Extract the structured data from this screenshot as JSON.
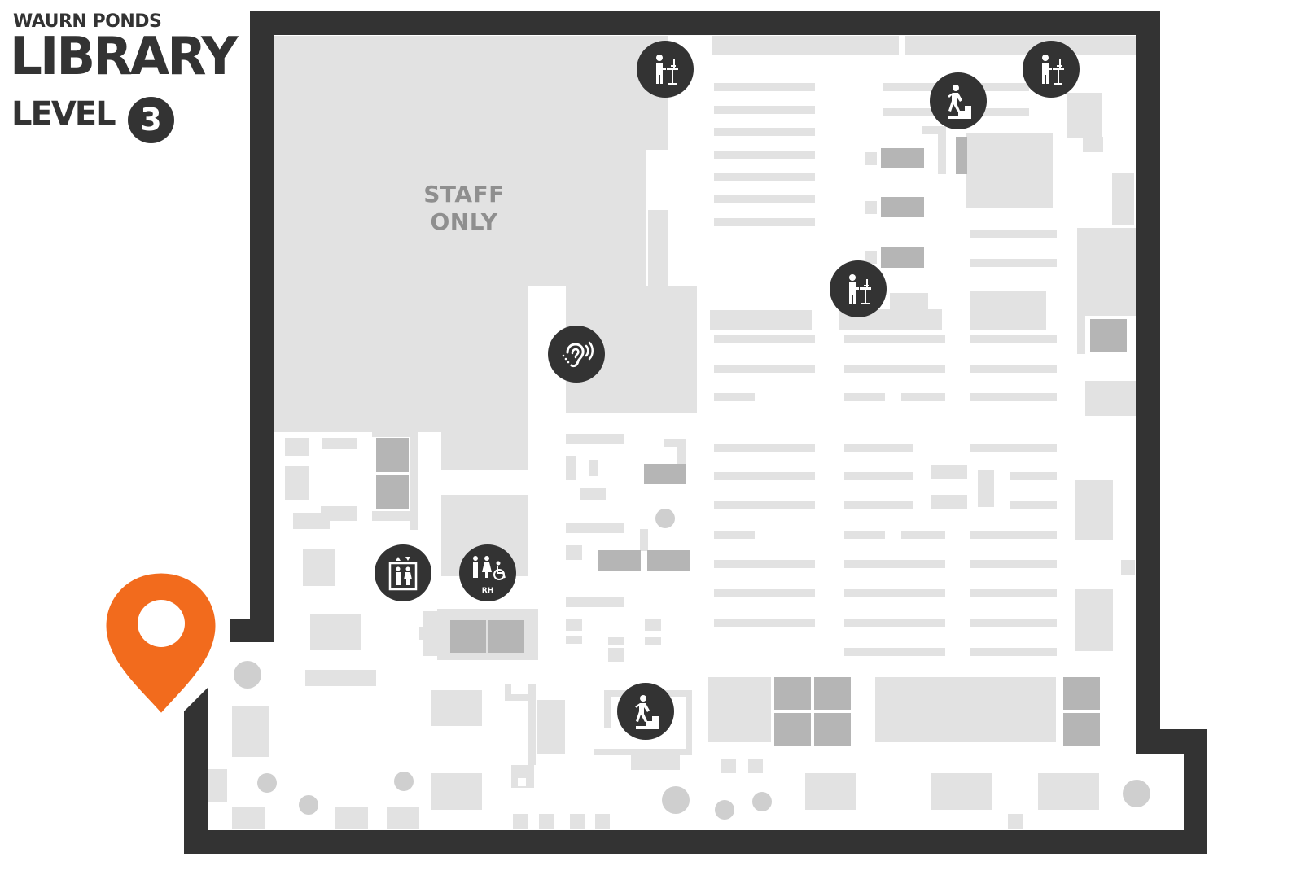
{
  "header": {
    "campus": "WAURN PONDS",
    "building": "LIBRARY",
    "level_label": "LEVEL",
    "level_number": "3"
  },
  "map": {
    "areas": [
      {
        "label_line1": "STAFF",
        "label_line2": "ONLY"
      }
    ],
    "icons": [
      "standing-desk-icon",
      "stairs-icon",
      "hearing-loop-icon",
      "lift-icon",
      "accessible-toilets-icon",
      "location-pin-icon"
    ],
    "toilet_badge": "RH"
  },
  "colors": {
    "wall": "#333333",
    "furniture_light": "#e0e0e0",
    "furniture_dark": "#b5b5b5",
    "pin": "#f26b1d",
    "icon_bg": "#333333",
    "staff_text": "#8f8f8f"
  }
}
